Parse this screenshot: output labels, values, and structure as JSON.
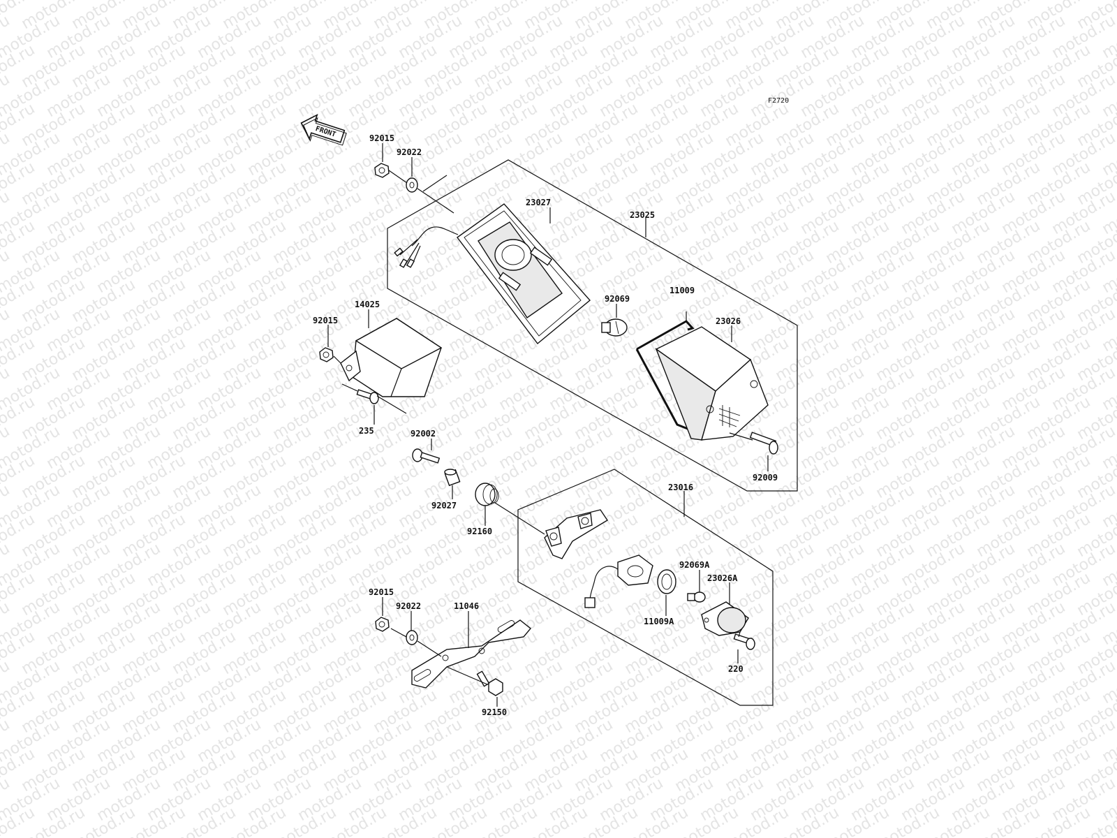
{
  "diagram": {
    "figure_code": "F2720",
    "front_label": "FRONT",
    "watermark_text": "motod.ru",
    "parts": {
      "p92015a": "92015",
      "p92022a": "92022",
      "p23027": "23027",
      "p23025": "23025",
      "p14025": "14025",
      "p92015b": "92015",
      "p235": "235",
      "p92069": "92069",
      "p11009": "11009",
      "p23026": "23026",
      "p92009": "92009",
      "p92002": "92002",
      "p92027": "92027",
      "p92160": "92160",
      "p23016": "23016",
      "p92069A": "92069A",
      "p23026A": "23026A",
      "p11009A": "11009A",
      "p220": "220",
      "p92015c": "92015",
      "p92022b": "92022",
      "p11046": "11046",
      "p92150": "92150"
    }
  }
}
